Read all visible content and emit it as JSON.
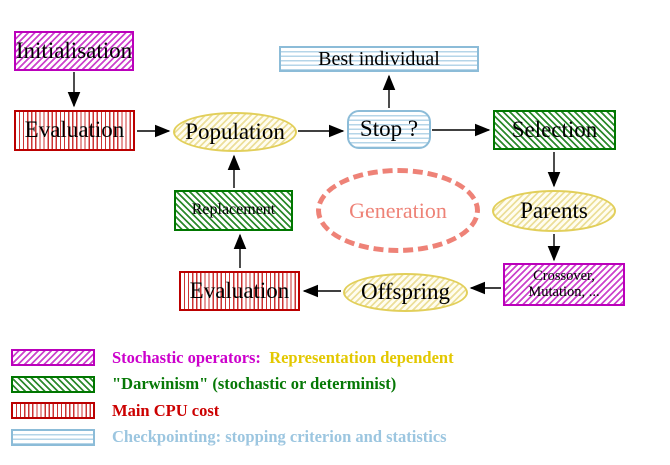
{
  "diagram": {
    "nodes": {
      "initialisation": "Initialisation",
      "evaluation_top": "Evaluation",
      "population": "Population",
      "best_individual": "Best individual",
      "stop": "Stop ?",
      "selection": "Selection",
      "parents": "Parents",
      "crossover_line1": "Crossover,",
      "crossover_line2": "Mutation, ...",
      "offspring": "Offspring",
      "evaluation_bottom": "Evaluation",
      "replacement": "Replacement",
      "generation": "Generation"
    },
    "colors": {
      "magenta_border": "#bb00bb",
      "magenta_hatch": "#cc44cc",
      "green_border": "#007700",
      "green_hatch": "#2d8a2d",
      "red_border": "#bb0000",
      "red_stripe": "#cc3333",
      "cyan_border": "#8cbcd8",
      "cyan_lines": "#b5d5e8",
      "yellow_border": "#e2cf5a",
      "yellow_hatch": "#ecdf9a",
      "salmon_dashed": "#ee8277",
      "arrow": "#000000"
    }
  },
  "legend": {
    "items": [
      {
        "swatch": "magenta-diagonal-hatch",
        "label": "Stochastic operators:",
        "label2": "  Representation dependent"
      },
      {
        "swatch": "green-backslash-hatch",
        "label": "\"Darwinism\" (stochastic or determinist)",
        "label2": ""
      },
      {
        "swatch": "red-vertical-stripes",
        "label": "Main CPU cost",
        "label2": ""
      },
      {
        "swatch": "cyan-horizontal-lines",
        "label": "Checkpointing: stopping criterion and statistics",
        "label2": ""
      }
    ]
  }
}
